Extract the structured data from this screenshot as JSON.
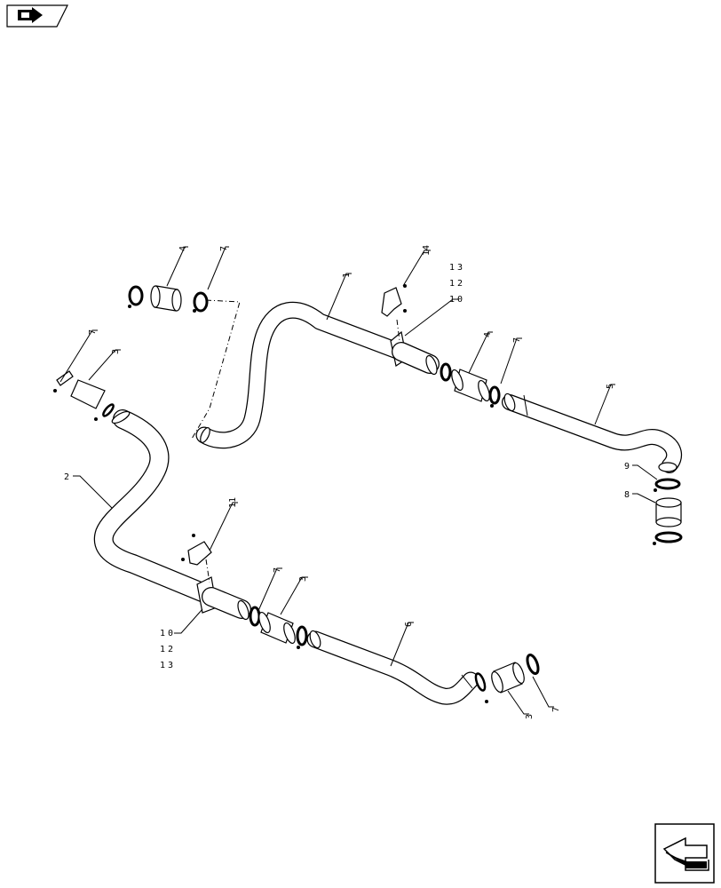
{
  "callouts": {
    "c_4a": "4",
    "c_7a": "7",
    "c_14": "14",
    "c_13a": "13",
    "c_12a": "12",
    "c_10a": "10",
    "c_1": "1",
    "c_4b": "4",
    "c_7b": "7",
    "c_5": "5",
    "c_9": "9",
    "c_8": "8",
    "c_7c": "7",
    "c_3a": "3",
    "c_2": "2",
    "c_11": "11",
    "c_7d": "7",
    "c_3b": "3",
    "c_10b": "10",
    "c_12b": "12",
    "c_13b": "13",
    "c_6": "6",
    "c_3c": "3",
    "c_7e": "7"
  },
  "icons": {
    "top_nav": "book-arrow-icon",
    "bottom_nav": "next-page-arrow-icon"
  }
}
